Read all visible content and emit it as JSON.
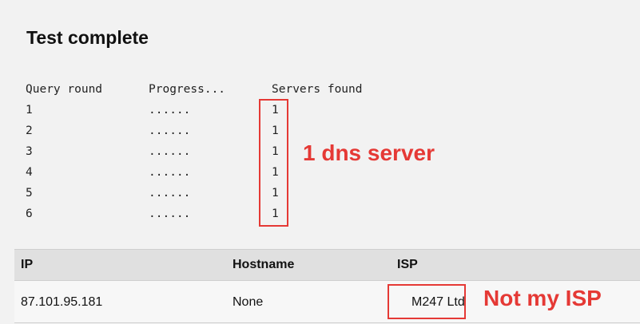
{
  "page": {
    "title": "Test complete"
  },
  "query_table": {
    "headers": {
      "round": "Query round",
      "progress": "Progress...",
      "servers": "Servers found"
    },
    "rows": [
      {
        "round": "1",
        "progress": "......",
        "servers": "1"
      },
      {
        "round": "2",
        "progress": "......",
        "servers": "1"
      },
      {
        "round": "3",
        "progress": "......",
        "servers": "1"
      },
      {
        "round": "4",
        "progress": "......",
        "servers": "1"
      },
      {
        "round": "5",
        "progress": "......",
        "servers": "1"
      },
      {
        "round": "6",
        "progress": "......",
        "servers": "1"
      }
    ]
  },
  "annotations": {
    "dns_servers": "1 dns server",
    "isp_note": "Not my ISP",
    "color": "#e53935"
  },
  "results_table": {
    "headers": {
      "ip": "IP",
      "hostname": "Hostname",
      "isp": "ISP"
    },
    "rows": [
      {
        "ip": "87.101.95.181",
        "hostname": "None",
        "isp": "M247 Ltd"
      }
    ]
  }
}
